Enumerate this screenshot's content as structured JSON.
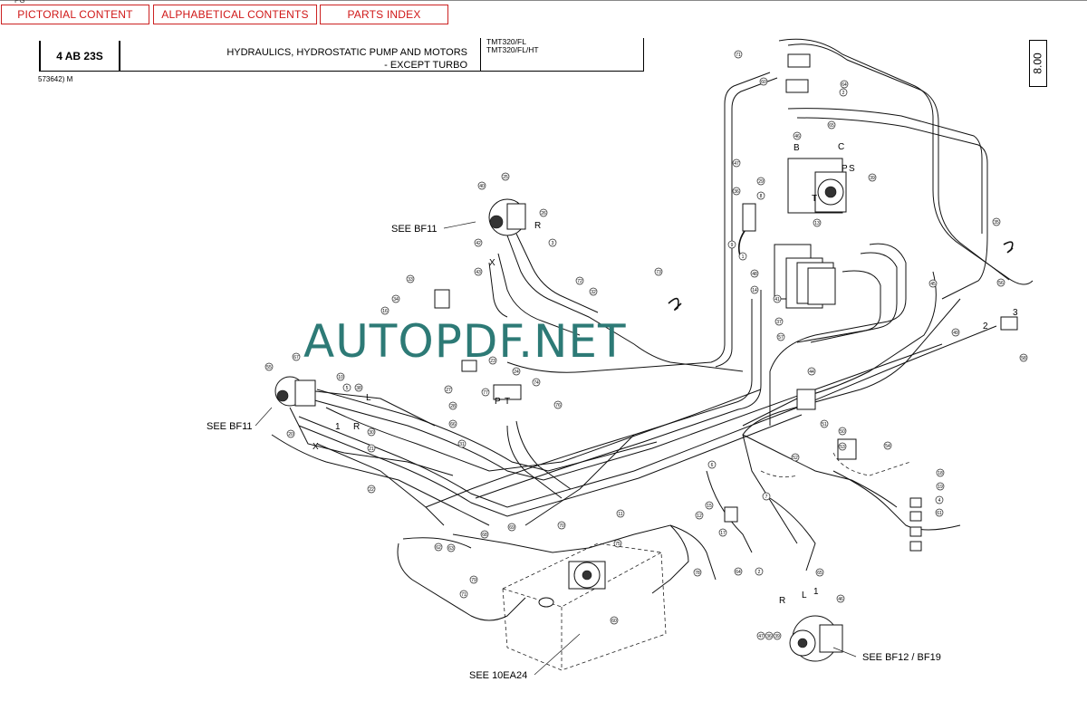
{
  "nav": {
    "corner_mark": "PG",
    "pictorial": "PICTORIAL CONTENT",
    "alphabetical": "ALPHABETICAL CONTENTS",
    "parts_index": "PARTS INDEX"
  },
  "header": {
    "code": "4 AB 23S",
    "title_line1": "HYDRAULICS, HYDROSTATIC PUMP AND MOTORS",
    "title_line2": "- EXCEPT TURBO",
    "model_line1": "TMT320/FL",
    "model_line2": "TMT320/FL/HT",
    "serial": "573642) M",
    "page": "8.00"
  },
  "watermark": "AUTOPDF.NET",
  "callouts": {
    "see_bf11_top": "SEE BF11",
    "see_bf11_left": "SEE BF11",
    "see_10ea24": "SEE 10EA24",
    "see_bf12_bf19": "SEE BF12 / BF19"
  },
  "diagram_labels": {
    "B": "B",
    "C": "C",
    "P": "P",
    "S": "S",
    "T": "T",
    "R": "R",
    "X": "X",
    "L": "L",
    "one": "1",
    "two": "2",
    "three": "3"
  },
  "ref_numbers": [
    "71",
    "60",
    "64",
    "2",
    "65",
    "46",
    "47",
    "36",
    "39",
    "29",
    "8",
    "13",
    "9",
    "1",
    "48",
    "14",
    "41",
    "37",
    "57",
    "35",
    "45",
    "56",
    "58",
    "49",
    "40",
    "25",
    "26",
    "42",
    "43",
    "3",
    "72",
    "32",
    "33",
    "34",
    "16",
    "73",
    "55",
    "67",
    "10",
    "5",
    "38",
    "20",
    "30",
    "21",
    "31",
    "22",
    "23",
    "24",
    "27",
    "28",
    "66",
    "74",
    "76",
    "77",
    "44",
    "51",
    "52",
    "50",
    "53",
    "54",
    "6",
    "7",
    "11",
    "12",
    "15",
    "17",
    "18",
    "19",
    "4",
    "61",
    "62",
    "63",
    "68",
    "69",
    "70",
    "75",
    "78",
    "79"
  ]
}
